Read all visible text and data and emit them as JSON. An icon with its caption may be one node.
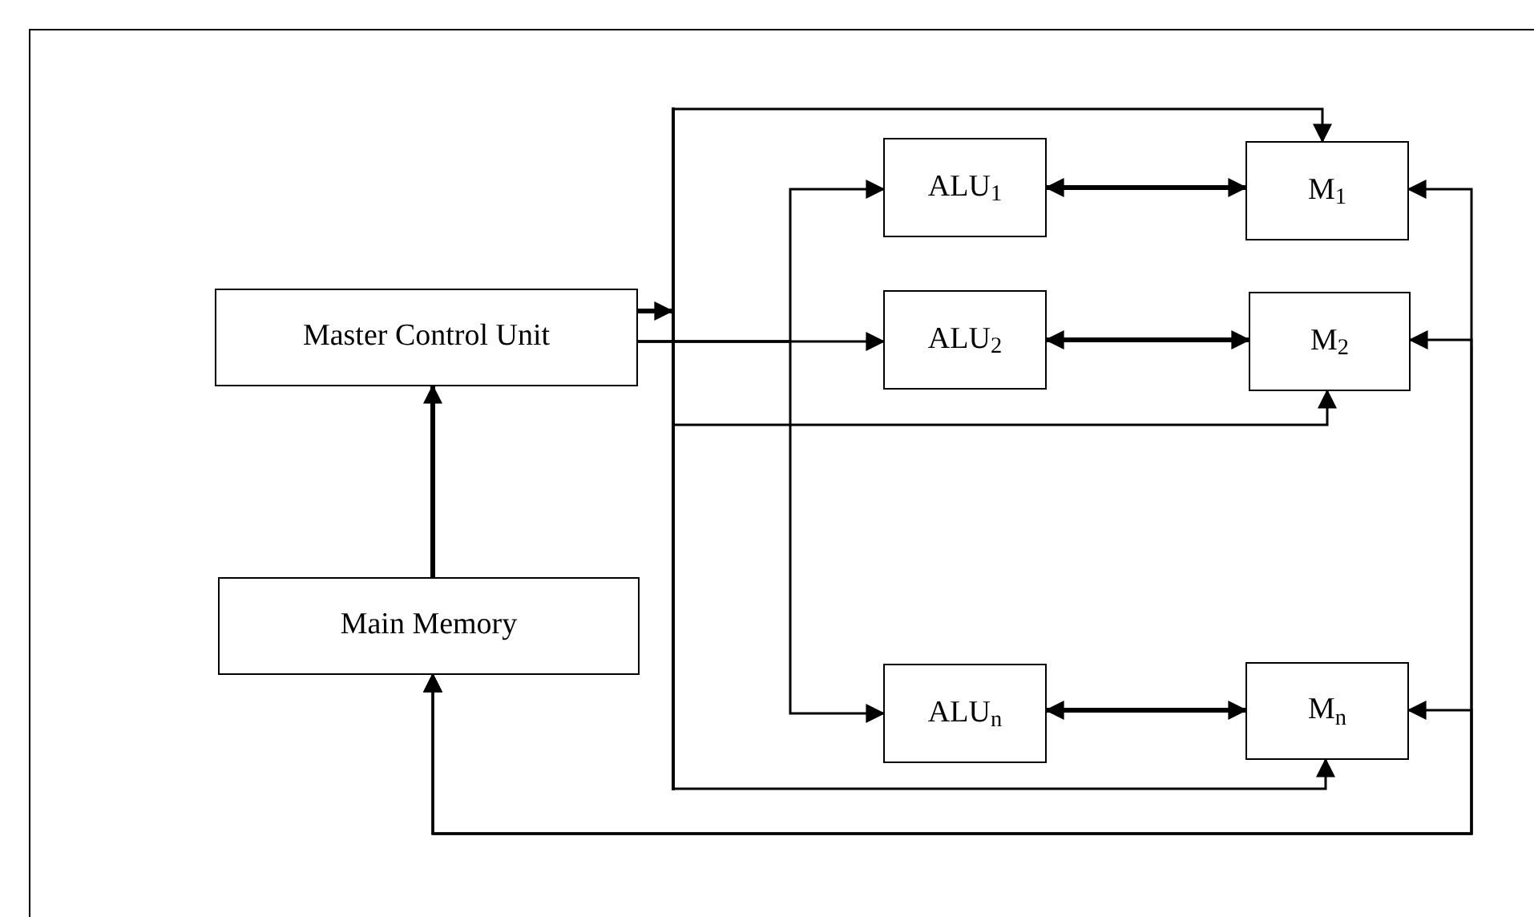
{
  "diagram": {
    "nodes": [
      {
        "text": [
          "Master Control Unit"
        ]
      },
      {
        "text": [
          "Main Memory"
        ]
      },
      {
        "text": [
          "ALU$_{1}$"
        ]
      },
      {
        "text": [
          "M$_{1}$"
        ]
      },
      {
        "text": [
          "ALU$_{2}$"
        ]
      },
      {
        "text": [
          "M$_{2}$"
        ]
      },
      {
        "text": [
          "ALU$_{n}$"
        ]
      },
      {
        "text": [
          "M$_{n}$"
        ]
      },
      {
        "text": [],
        "shape": "bar"
      }
    ],
    "edges": [
      {
        "from": 1,
        "to": 0,
        "arrow": "to",
        "style": "thick"
      },
      {
        "from": 8,
        "to": 3,
        "arrow": "to"
      },
      {
        "from": 8,
        "to": 5,
        "arrow": "to"
      },
      {
        "from": 8,
        "to": 7,
        "arrow": "to"
      },
      {
        "from": 0,
        "to": 2,
        "arrow": "to"
      },
      {
        "from": 0,
        "to": 4,
        "arrow": "to"
      },
      {
        "from": 0,
        "to": 6,
        "arrow": "to"
      },
      {
        "from": 2,
        "to": 3,
        "arrow": "both",
        "style": "thick"
      },
      {
        "from": 4,
        "to": 5,
        "arrow": "both",
        "style": "thick"
      },
      {
        "from": 6,
        "to": 7,
        "arrow": "both",
        "style": "thick"
      },
      {
        "from": 1,
        "to": 3,
        "arrow": "both"
      },
      {
        "from": 1,
        "to": 5,
        "arrow": "both"
      },
      {
        "from": 1,
        "to": 7,
        "arrow": "both"
      },
      {
        "from": 0,
        "to": 8,
        "arrow": "to",
        "style": "thick"
      }
    ]
  }
}
